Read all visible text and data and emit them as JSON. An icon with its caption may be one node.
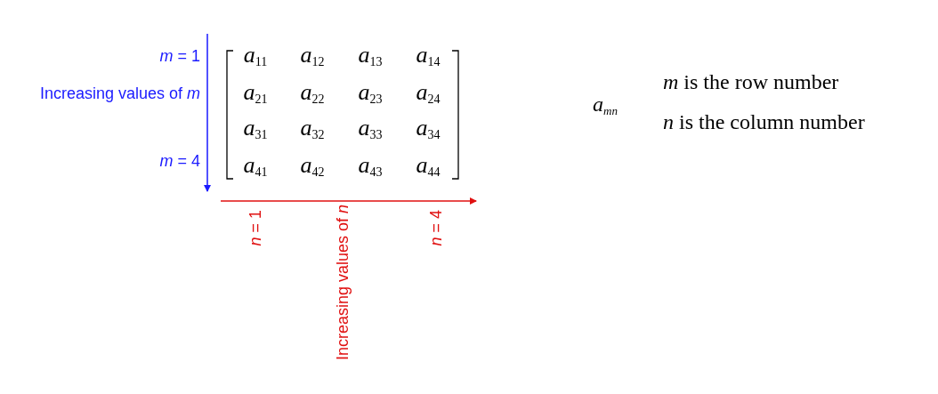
{
  "diagram": {
    "labels": [
      "*m* = 1",
      "Increasing values of *m*",
      "*m* = 4",
      "*a*$_{11}$",
      "*a*$_{12}$",
      "*a*$_{13}$",
      "*a*$_{14}$",
      "*a*$_{21}$",
      "*a*$_{22}$",
      "*a*$_{23}$",
      "*a*$_{24}$",
      "*a*$_{31}$",
      "*a*$_{32}$",
      "*a*$_{33}$",
      "*a*$_{34}$",
      "*a*$_{41}$",
      "*a*$_{42}$",
      "*a*$_{43}$",
      "*a*$_{44}$",
      "*n* = 1",
      "Increasing values of *n*",
      "*n* = 4",
      "*a*$_{mn}$",
      "*m* is the row number",
      "*n* is the column number"
    ]
  }
}
